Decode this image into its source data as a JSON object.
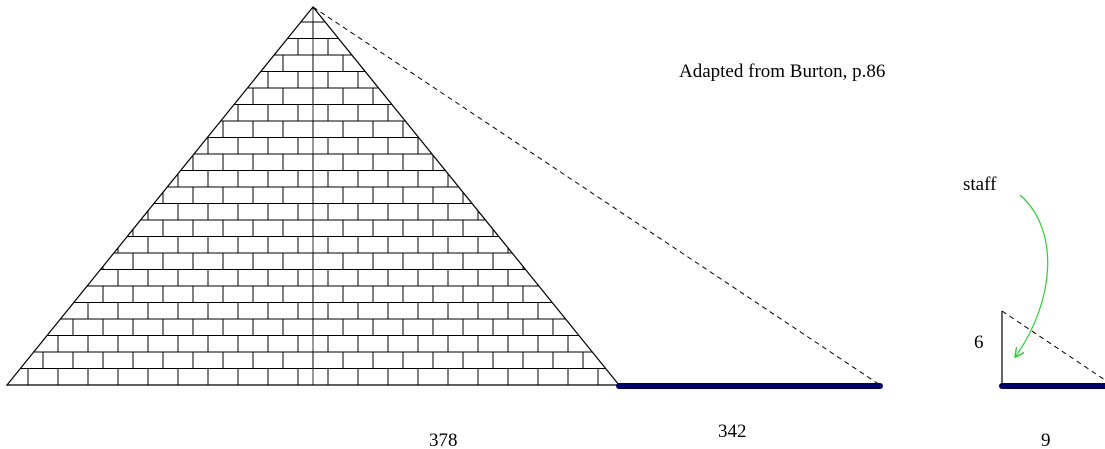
{
  "caption": "Adapted from Burton, p.86",
  "labels": {
    "pyramid_base": "378",
    "shadow_length": "342",
    "staff_shadow": "9",
    "staff_height": "6",
    "staff": "staff"
  },
  "colors": {
    "shadow": "#000066",
    "arrow": "#33cc33",
    "lines": "#000000"
  }
}
